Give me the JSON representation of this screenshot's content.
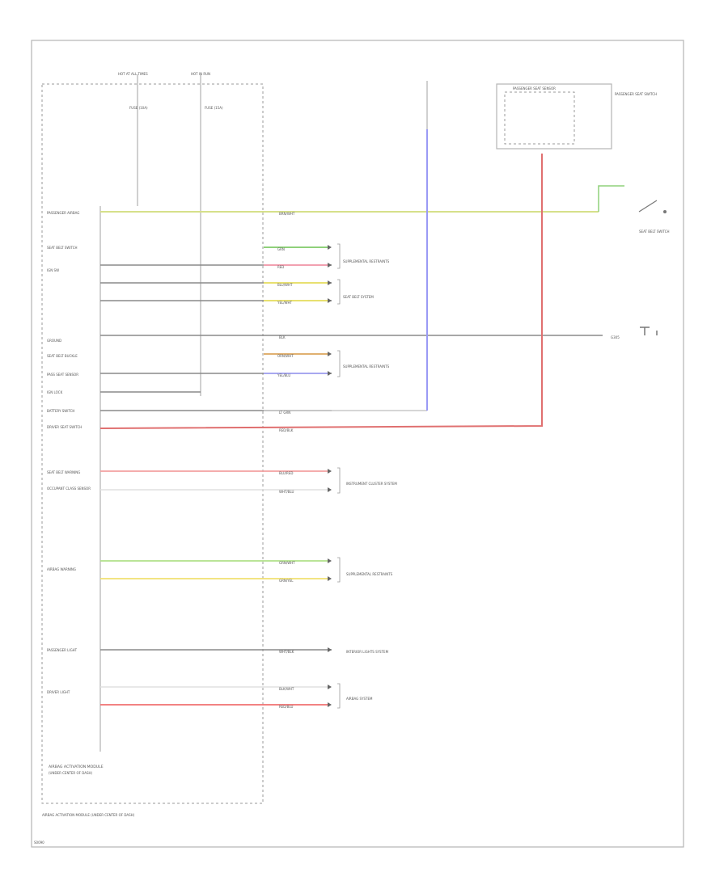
{
  "diagram": {
    "module_label": "AIRBAG ACTIVATION MODULE",
    "module_sublabel": "(UNDER CENTER OF DASH)",
    "fuse_left": "HOT AT ALL TIMES",
    "fuse_right": "HOT IN RUN",
    "note_left": "FUSE (10A)",
    "note_right": "FUSE (15A)",
    "left_pins": [
      {
        "id": "l1",
        "label": "PASSENGER AIRBAG"
      },
      {
        "id": "l2",
        "label": "SEAT BELT SWITCH"
      },
      {
        "id": "l3",
        "label": "IGN SW"
      },
      {
        "id": "l4",
        "label": "GROUND"
      },
      {
        "id": "l5",
        "label": "SEAT BELT BUCKLE"
      },
      {
        "id": "l6",
        "label": "PASS SEAT SENSOR"
      },
      {
        "id": "l7",
        "label": "IGN LOCK"
      },
      {
        "id": "l8",
        "label": "BATTERY SWITCH"
      },
      {
        "id": "l9",
        "label": "DRIVER SEAT SWITCH"
      },
      {
        "id": "l10",
        "label": "SEAT BELT WARNING"
      },
      {
        "id": "l11",
        "label": "OCCUPANT CLASS SENSOR"
      },
      {
        "id": "l12",
        "label": "AIRBAG WARNING"
      },
      {
        "id": "l13",
        "label": "PASSENGER LIGHT"
      },
      {
        "id": "l14",
        "label": "DRIVER LIGHT"
      }
    ],
    "right_wires": [
      {
        "id": "w1",
        "label": "BRN/WHT",
        "color": "#d6e08a",
        "target": "SEAT BELT SWITCH"
      },
      {
        "id": "w2",
        "label": "GRN",
        "color": "#8fd07a",
        "group": "g1"
      },
      {
        "id": "w3",
        "label": "RED",
        "color": "#f2a0b0",
        "group": "g1"
      },
      {
        "id": "w4",
        "label": "BLU/WHT",
        "color": "#e8e070",
        "group": "g2"
      },
      {
        "id": "w5",
        "label": "YEL/WHT",
        "color": "#e8e070",
        "group": "g2"
      },
      {
        "id": "w6",
        "label": "BLK",
        "color": "#8a8a8a",
        "target": "GROUND"
      },
      {
        "id": "w7",
        "label": "ORN/WHT",
        "color": "#e0b070",
        "group": "g3"
      },
      {
        "id": "w8",
        "label": "YEL/BLU",
        "color": "#a8a8f0",
        "group": "g3"
      },
      {
        "id": "w9",
        "label": "LT GRN",
        "color": "#c8c8c8"
      },
      {
        "id": "w10",
        "label": "RED/BLK",
        "color": "#e07070"
      },
      {
        "id": "w11",
        "label": "BLU/RED",
        "color": "#f2a0a0",
        "group": "g4"
      },
      {
        "id": "w12",
        "label": "WHT/BLU",
        "color": "#e0e0e0",
        "group": "g4"
      },
      {
        "id": "w13",
        "label": "GRN/WHT",
        "color": "#b0e08a",
        "group": "g5"
      },
      {
        "id": "w14",
        "label": "GRN/YEL",
        "color": "#f0e070",
        "group": "g5"
      },
      {
        "id": "w15",
        "label": "WHT/BLK",
        "color": "#8a8a8a",
        "group": "g6"
      },
      {
        "id": "w16",
        "label": "BLK/WHT",
        "color": "#e0e0e0",
        "group": "g7"
      },
      {
        "id": "w17",
        "label": "RED/BLU",
        "color": "#f07070",
        "group": "g7"
      }
    ],
    "groups": {
      "g1": "SUPPLEMENTAL RESTRAINTS",
      "g2": "SEAT BELT SYSTEM",
      "g3": "SUPPLEMENTAL RESTRAINTS",
      "g4": "INSTRUMENT CLUSTER SYSTEM",
      "g5": "SUPPLEMENTAL RESTRAINTS",
      "g6": "INTERIOR LIGHTS SYSTEM",
      "g7": "AIRBAG SYSTEM"
    },
    "top_right_box": "PASSENGER SEAT SENSOR",
    "top_right_label": "PASSENGER SEAT SWITCH",
    "right_switch": "SEAT BELT SWITCH",
    "right_ground": "G305",
    "bottom_label": "AIRBAG ACTIVATION MODULE (UNDER CENTER OF DASH)",
    "footnote": "S0090"
  }
}
